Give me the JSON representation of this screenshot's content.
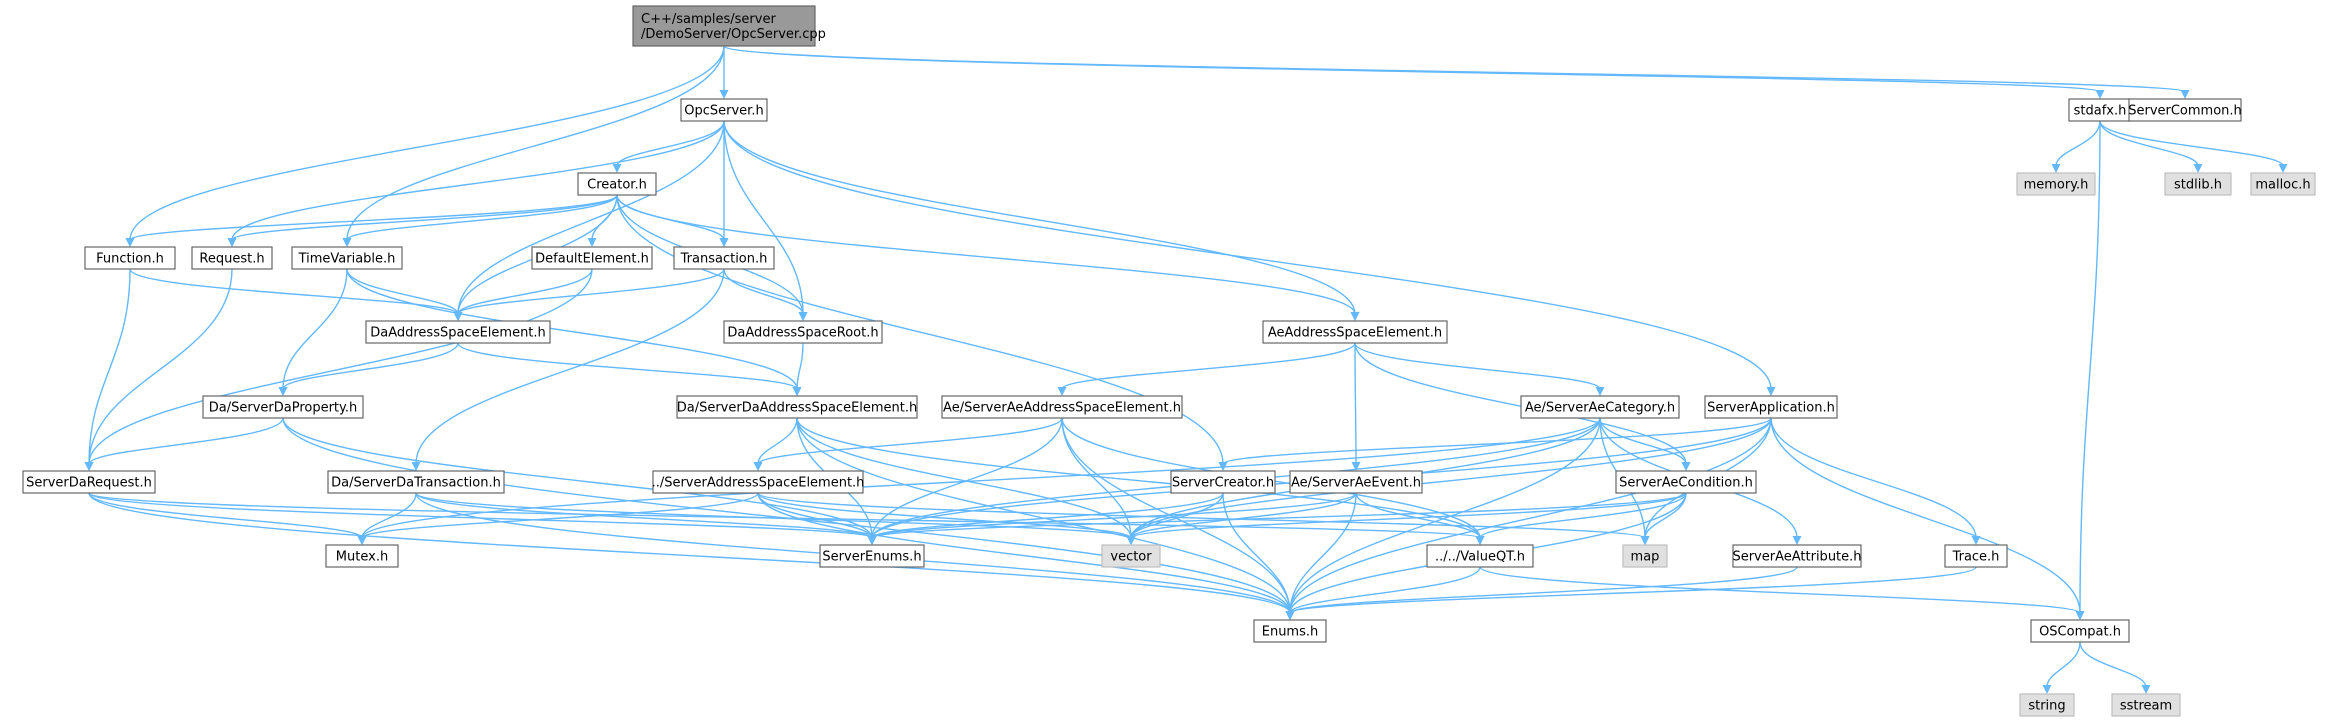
{
  "diagram": {
    "colors": {
      "edge": "#63b8ff",
      "root_fill": "#999999",
      "internal_fill": "#ffffff",
      "external_fill": "#e0e0e0",
      "border": "#666666"
    },
    "nodes": [
      {
        "id": "opcservercpp",
        "lines": [
          "C++/samples/server",
          "/DemoServer/OpcServer.cpp"
        ],
        "kind": "root"
      },
      {
        "id": "opcserverh",
        "lines": [
          "OpcServer.h"
        ],
        "kind": "internal"
      },
      {
        "id": "stdafx",
        "lines": [
          "stdafx.h"
        ],
        "kind": "internal"
      },
      {
        "id": "servercommon",
        "lines": [
          "ServerCommon.h"
        ],
        "kind": "internal"
      },
      {
        "id": "memory",
        "lines": [
          "memory.h"
        ],
        "kind": "external"
      },
      {
        "id": "stdlib",
        "lines": [
          "stdlib.h"
        ],
        "kind": "external"
      },
      {
        "id": "malloc",
        "lines": [
          "malloc.h"
        ],
        "kind": "external"
      },
      {
        "id": "creator",
        "lines": [
          "Creator.h"
        ],
        "kind": "internal"
      },
      {
        "id": "function",
        "lines": [
          "Function.h"
        ],
        "kind": "internal"
      },
      {
        "id": "request",
        "lines": [
          "Request.h"
        ],
        "kind": "internal"
      },
      {
        "id": "timevariable",
        "lines": [
          "TimeVariable.h"
        ],
        "kind": "internal"
      },
      {
        "id": "defaultelement",
        "lines": [
          "DefaultElement.h"
        ],
        "kind": "internal"
      },
      {
        "id": "transaction",
        "lines": [
          "Transaction.h"
        ],
        "kind": "internal"
      },
      {
        "id": "daaddrelem",
        "lines": [
          "DaAddressSpaceElement.h"
        ],
        "kind": "internal"
      },
      {
        "id": "daaddrroot",
        "lines": [
          "DaAddressSpaceRoot.h"
        ],
        "kind": "internal"
      },
      {
        "id": "aeaddrelem",
        "lines": [
          "AeAddressSpaceElement.h"
        ],
        "kind": "internal"
      },
      {
        "id": "daserverdaproperty",
        "lines": [
          "Da/ServerDaProperty.h"
        ],
        "kind": "internal"
      },
      {
        "id": "daserverdaaddrelem",
        "lines": [
          "Da/ServerDaAddressSpaceElement.h"
        ],
        "kind": "internal"
      },
      {
        "id": "aeserveraeaddrelem",
        "lines": [
          "Ae/ServerAeAddressSpaceElement.h"
        ],
        "kind": "internal"
      },
      {
        "id": "aeserveraecategory",
        "lines": [
          "Ae/ServerAeCategory.h"
        ],
        "kind": "internal"
      },
      {
        "id": "serverapplication",
        "lines": [
          "ServerApplication.h"
        ],
        "kind": "internal"
      },
      {
        "id": "serverdarequest",
        "lines": [
          "ServerDaRequest.h"
        ],
        "kind": "internal"
      },
      {
        "id": "daserverdatransaction",
        "lines": [
          "Da/ServerDaTransaction.h"
        ],
        "kind": "internal"
      },
      {
        "id": "serveraddrelem",
        "lines": [
          "../ServerAddressSpaceElement.h"
        ],
        "kind": "internal"
      },
      {
        "id": "servercreator",
        "lines": [
          "ServerCreator.h"
        ],
        "kind": "internal"
      },
      {
        "id": "aeserveraeevent",
        "lines": [
          "Ae/ServerAeEvent.h"
        ],
        "kind": "internal"
      },
      {
        "id": "serveraecondition",
        "lines": [
          "ServerAeCondition.h"
        ],
        "kind": "internal"
      },
      {
        "id": "mutex",
        "lines": [
          "Mutex.h"
        ],
        "kind": "internal"
      },
      {
        "id": "serverenums",
        "lines": [
          "ServerEnums.h"
        ],
        "kind": "internal"
      },
      {
        "id": "vector",
        "lines": [
          "vector"
        ],
        "kind": "external"
      },
      {
        "id": "valueqt",
        "lines": [
          "../../ValueQT.h"
        ],
        "kind": "internal"
      },
      {
        "id": "map",
        "lines": [
          "map"
        ],
        "kind": "external"
      },
      {
        "id": "serveraeattribute",
        "lines": [
          "ServerAeAttribute.h"
        ],
        "kind": "internal"
      },
      {
        "id": "trace",
        "lines": [
          "Trace.h"
        ],
        "kind": "internal"
      },
      {
        "id": "enums",
        "lines": [
          "Enums.h"
        ],
        "kind": "internal"
      },
      {
        "id": "oscompat",
        "lines": [
          "OSCompat.h"
        ],
        "kind": "internal"
      },
      {
        "id": "string",
        "lines": [
          "string"
        ],
        "kind": "external"
      },
      {
        "id": "sstream",
        "lines": [
          "sstream"
        ],
        "kind": "external"
      }
    ],
    "edges": [
      [
        "opcservercpp",
        "opcserverh"
      ],
      [
        "opcservercpp",
        "stdafx"
      ],
      [
        "opcservercpp",
        "servercommon"
      ],
      [
        "opcservercpp",
        "function"
      ],
      [
        "opcservercpp",
        "timevariable"
      ],
      [
        "stdafx",
        "memory"
      ],
      [
        "stdafx",
        "stdlib"
      ],
      [
        "stdafx",
        "malloc"
      ],
      [
        "stdafx",
        "oscompat"
      ],
      [
        "opcserverh",
        "creator"
      ],
      [
        "opcserverh",
        "request"
      ],
      [
        "opcserverh",
        "daaddrelem"
      ],
      [
        "opcserverh",
        "transaction"
      ],
      [
        "opcserverh",
        "daaddrroot"
      ],
      [
        "opcserverh",
        "aeaddrelem"
      ],
      [
        "opcserverh",
        "serverapplication"
      ],
      [
        "creator",
        "function"
      ],
      [
        "creator",
        "request"
      ],
      [
        "creator",
        "timevariable"
      ],
      [
        "creator",
        "defaultelement"
      ],
      [
        "creator",
        "transaction"
      ],
      [
        "creator",
        "daaddrelem"
      ],
      [
        "creator",
        "daaddrroot"
      ],
      [
        "creator",
        "aeaddrelem"
      ],
      [
        "creator",
        "servercreator"
      ],
      [
        "function",
        "daaddrelem"
      ],
      [
        "function",
        "serverdarequest"
      ],
      [
        "request",
        "serverdarequest"
      ],
      [
        "timevariable",
        "daaddrelem"
      ],
      [
        "timevariable",
        "daserverdaproperty"
      ],
      [
        "timevariable",
        "daserverdaaddrelem"
      ],
      [
        "defaultelement",
        "daaddrelem"
      ],
      [
        "defaultelement",
        "serverdarequest"
      ],
      [
        "transaction",
        "daaddrelem"
      ],
      [
        "transaction",
        "daaddrroot"
      ],
      [
        "transaction",
        "daserverdatransaction"
      ],
      [
        "daaddrelem",
        "daserverdaproperty"
      ],
      [
        "daaddrelem",
        "daserverdaaddrelem"
      ],
      [
        "daaddrroot",
        "daserverdaaddrelem"
      ],
      [
        "aeaddrelem",
        "aeserveraeaddrelem"
      ],
      [
        "aeaddrelem",
        "aeserveraecategory"
      ],
      [
        "aeaddrelem",
        "aeserveraeevent"
      ],
      [
        "aeaddrelem",
        "serveraecondition"
      ],
      [
        "daserverdaproperty",
        "serverdarequest"
      ],
      [
        "daserverdaproperty",
        "serverenums"
      ],
      [
        "daserverdaproperty",
        "enums"
      ],
      [
        "daserverdaaddrelem",
        "serveraddrelem"
      ],
      [
        "daserverdaaddrelem",
        "serverenums"
      ],
      [
        "daserverdaaddrelem",
        "vector"
      ],
      [
        "daserverdaaddrelem",
        "valueqt"
      ],
      [
        "daserverdaaddrelem",
        "enums"
      ],
      [
        "aeserveraeaddrelem",
        "serveraddrelem"
      ],
      [
        "aeserveraeaddrelem",
        "serverenums"
      ],
      [
        "aeserveraeaddrelem",
        "vector"
      ],
      [
        "aeserveraeaddrelem",
        "valueqt"
      ],
      [
        "aeserveraeaddrelem",
        "enums"
      ],
      [
        "aeserveraecategory",
        "serveraecondition"
      ],
      [
        "aeserveraecategory",
        "serveraeattribute"
      ],
      [
        "aeserveraecategory",
        "map"
      ],
      [
        "aeserveraecategory",
        "vector"
      ],
      [
        "aeserveraecategory",
        "serverenums"
      ],
      [
        "aeserveraecategory",
        "enums"
      ],
      [
        "aeserveraecategory",
        "mutex"
      ],
      [
        "serverapplication",
        "servercreator"
      ],
      [
        "serverapplication",
        "map"
      ],
      [
        "serverapplication",
        "trace"
      ],
      [
        "serverapplication",
        "oscompat"
      ],
      [
        "serverapplication",
        "enums"
      ],
      [
        "serverapplication",
        "vector"
      ],
      [
        "serverapplication",
        "serverenums"
      ],
      [
        "serverdarequest",
        "mutex"
      ],
      [
        "serverdarequest",
        "serverenums"
      ],
      [
        "serverdarequest",
        "enums"
      ],
      [
        "serverdarequest",
        "valueqt"
      ],
      [
        "daserverdatransaction",
        "mutex"
      ],
      [
        "daserverdatransaction",
        "serverenums"
      ],
      [
        "daserverdatransaction",
        "enums"
      ],
      [
        "daserverdatransaction",
        "vector"
      ],
      [
        "serveraddrelem",
        "mutex"
      ],
      [
        "serveraddrelem",
        "serverenums"
      ],
      [
        "serveraddrelem",
        "vector"
      ],
      [
        "serveraddrelem",
        "enums"
      ],
      [
        "serveraddrelem",
        "map"
      ],
      [
        "servercreator",
        "serverenums"
      ],
      [
        "servercreator",
        "vector"
      ],
      [
        "servercreator",
        "enums"
      ],
      [
        "aeserveraeevent",
        "serverenums"
      ],
      [
        "aeserveraeevent",
        "vector"
      ],
      [
        "aeserveraeevent",
        "valueqt"
      ],
      [
        "aeserveraeevent",
        "enums"
      ],
      [
        "serveraecondition",
        "serverenums"
      ],
      [
        "serveraecondition",
        "vector"
      ],
      [
        "serveraecondition",
        "map"
      ],
      [
        "serveraecondition",
        "valueqt"
      ],
      [
        "serveraecondition",
        "enums"
      ],
      [
        "valueqt",
        "enums"
      ],
      [
        "valueqt",
        "oscompat"
      ],
      [
        "serveraeattribute",
        "enums"
      ],
      [
        "trace",
        "enums"
      ],
      [
        "oscompat",
        "string"
      ],
      [
        "oscompat",
        "sstream"
      ]
    ]
  }
}
